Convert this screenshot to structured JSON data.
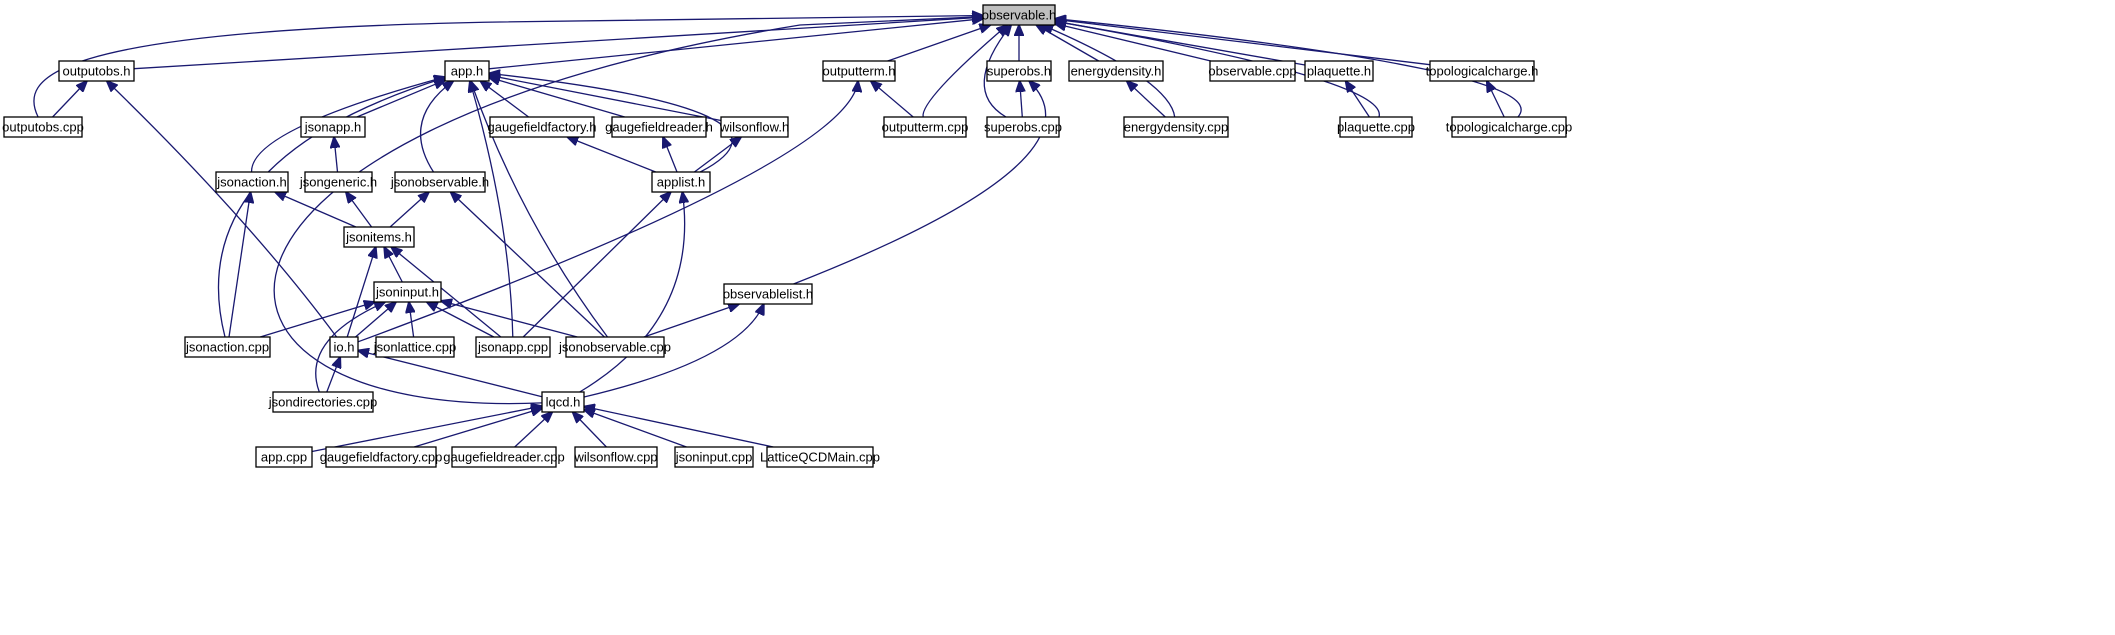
{
  "graph": {
    "colors": {
      "edge": "#191970",
      "node_border": "#000000",
      "node_fill": "#ffffff",
      "root_fill": "#bfbfbf"
    },
    "nodes": [
      {
        "id": "observable_h",
        "label": "observable.h"
      },
      {
        "id": "outputobs_h",
        "label": "outputobs.h"
      },
      {
        "id": "app_h",
        "label": "app.h"
      },
      {
        "id": "outputterm_h",
        "label": "outputterm.h"
      },
      {
        "id": "superobs_h",
        "label": "superobs.h"
      },
      {
        "id": "energydensity_h",
        "label": "energydensity.h"
      },
      {
        "id": "observable_cpp",
        "label": "observable.cpp"
      },
      {
        "id": "plaquette_h",
        "label": "plaquette.h"
      },
      {
        "id": "topologicalcharge_h",
        "label": "topologicalcharge.h"
      },
      {
        "id": "outputobs_cpp",
        "label": "outputobs.cpp"
      },
      {
        "id": "jsonapp_h",
        "label": "jsonapp.h"
      },
      {
        "id": "gaugefieldfactory_h",
        "label": "gaugefieldfactory.h"
      },
      {
        "id": "gaugefieldreader_h",
        "label": "gaugefieldreader.h"
      },
      {
        "id": "wilsonflow_h",
        "label": "wilsonflow.h"
      },
      {
        "id": "outputterm_cpp",
        "label": "outputterm.cpp"
      },
      {
        "id": "superobs_cpp",
        "label": "superobs.cpp"
      },
      {
        "id": "energydensity_cpp",
        "label": "energydensity.cpp"
      },
      {
        "id": "plaquette_cpp",
        "label": "plaquette.cpp"
      },
      {
        "id": "topologicalcharge_cpp",
        "label": "topologicalcharge.cpp"
      },
      {
        "id": "jsonaction_h",
        "label": "jsonaction.h"
      },
      {
        "id": "jsongeneric_h",
        "label": "jsongeneric.h"
      },
      {
        "id": "jsonobservable_h",
        "label": "jsonobservable.h"
      },
      {
        "id": "applist_h",
        "label": "applist.h"
      },
      {
        "id": "jsonitems_h",
        "label": "jsonitems.h"
      },
      {
        "id": "jsoninput_h",
        "label": "jsoninput.h"
      },
      {
        "id": "observablelist_h",
        "label": "observablelist.h"
      },
      {
        "id": "jsonaction_cpp",
        "label": "jsonaction.cpp"
      },
      {
        "id": "io_h",
        "label": "io.h"
      },
      {
        "id": "jsonlattice_cpp",
        "label": "jsonlattice.cpp"
      },
      {
        "id": "jsonapp_cpp",
        "label": "jsonapp.cpp"
      },
      {
        "id": "jsonobservable_cpp",
        "label": "jsonobservable.cpp"
      },
      {
        "id": "jsondirectories_cpp",
        "label": "jsondirectories.cpp"
      },
      {
        "id": "lqcd_h",
        "label": "lqcd.h"
      },
      {
        "id": "app_cpp",
        "label": "app.cpp"
      },
      {
        "id": "gaugefieldfactory_cpp",
        "label": "gaugefieldfactory.cpp"
      },
      {
        "id": "gaugefieldreader_cpp",
        "label": "gaugefieldreader.cpp"
      },
      {
        "id": "wilsonflow_cpp",
        "label": "wilsonflow.cpp"
      },
      {
        "id": "jsoninput_cpp",
        "label": "jsoninput.cpp"
      },
      {
        "id": "latticeqcdmain_cpp",
        "label": "LatticeQCDMain.cpp"
      }
    ],
    "edges": [
      [
        "outputobs_h",
        "observable_h"
      ],
      [
        "app_h",
        "observable_h"
      ],
      [
        "outputterm_h",
        "observable_h"
      ],
      [
        "superobs_h",
        "observable_h"
      ],
      [
        "energydensity_h",
        "observable_h"
      ],
      [
        "observable_cpp",
        "observable_h"
      ],
      [
        "plaquette_h",
        "observable_h"
      ],
      [
        "topologicalcharge_h",
        "observable_h"
      ],
      [
        "outputobs_cpp",
        "observable_h"
      ],
      [
        "outputterm_cpp",
        "observable_h"
      ],
      [
        "superobs_cpp",
        "observable_h"
      ],
      [
        "energydensity_cpp",
        "observable_h"
      ],
      [
        "plaquette_cpp",
        "observable_h"
      ],
      [
        "topologicalcharge_cpp",
        "observable_h"
      ],
      [
        "lqcd_h",
        "observable_h"
      ],
      [
        "outputobs_cpp",
        "outputobs_h"
      ],
      [
        "io_h",
        "outputobs_h"
      ],
      [
        "jsonapp_h",
        "app_h"
      ],
      [
        "gaugefieldfactory_h",
        "app_h"
      ],
      [
        "gaugefieldreader_h",
        "app_h"
      ],
      [
        "wilsonflow_h",
        "app_h"
      ],
      [
        "applist_h",
        "app_h"
      ],
      [
        "jsonaction_h",
        "app_h"
      ],
      [
        "jsonobservable_h",
        "app_h"
      ],
      [
        "jsonaction_cpp",
        "app_h"
      ],
      [
        "jsonapp_cpp",
        "app_h"
      ],
      [
        "jsonobservable_cpp",
        "app_h"
      ],
      [
        "outputterm_cpp",
        "outputterm_h"
      ],
      [
        "io_h",
        "outputterm_h"
      ],
      [
        "superobs_cpp",
        "superobs_h"
      ],
      [
        "observablelist_h",
        "superobs_h"
      ],
      [
        "energydensity_cpp",
        "energydensity_h"
      ],
      [
        "plaquette_cpp",
        "plaquette_h"
      ],
      [
        "topologicalcharge_cpp",
        "topologicalcharge_h"
      ],
      [
        "jsongeneric_h",
        "jsonapp_h"
      ],
      [
        "applist_h",
        "gaugefieldfactory_h"
      ],
      [
        "applist_h",
        "gaugefieldreader_h"
      ],
      [
        "applist_h",
        "wilsonflow_h"
      ],
      [
        "jsonitems_h",
        "jsonaction_h"
      ],
      [
        "jsonaction_cpp",
        "jsonaction_h"
      ],
      [
        "jsonitems_h",
        "jsongeneric_h"
      ],
      [
        "jsonitems_h",
        "jsonobservable_h"
      ],
      [
        "jsonobservable_cpp",
        "jsonobservable_h"
      ],
      [
        "jsonapp_cpp",
        "applist_h"
      ],
      [
        "lqcd_h",
        "applist_h"
      ],
      [
        "jsoninput_h",
        "jsonitems_h"
      ],
      [
        "io_h",
        "jsonitems_h"
      ],
      [
        "jsonapp_cpp",
        "jsonitems_h"
      ],
      [
        "jsonaction_cpp",
        "jsoninput_h"
      ],
      [
        "io_h",
        "jsoninput_h"
      ],
      [
        "jsonlattice_cpp",
        "jsoninput_h"
      ],
      [
        "jsonapp_cpp",
        "jsoninput_h"
      ],
      [
        "jsonobservable_cpp",
        "jsoninput_h"
      ],
      [
        "jsondirectories_cpp",
        "jsoninput_h"
      ],
      [
        "jsonobservable_cpp",
        "observablelist_h"
      ],
      [
        "lqcd_h",
        "observablelist_h"
      ],
      [
        "jsondirectories_cpp",
        "io_h"
      ],
      [
        "lqcd_h",
        "io_h"
      ],
      [
        "app_cpp",
        "lqcd_h"
      ],
      [
        "gaugefieldfactory_cpp",
        "lqcd_h"
      ],
      [
        "gaugefieldreader_cpp",
        "lqcd_h"
      ],
      [
        "wilsonflow_cpp",
        "lqcd_h"
      ],
      [
        "jsoninput_cpp",
        "lqcd_h"
      ],
      [
        "latticeqcdmain_cpp",
        "lqcd_h"
      ]
    ]
  }
}
